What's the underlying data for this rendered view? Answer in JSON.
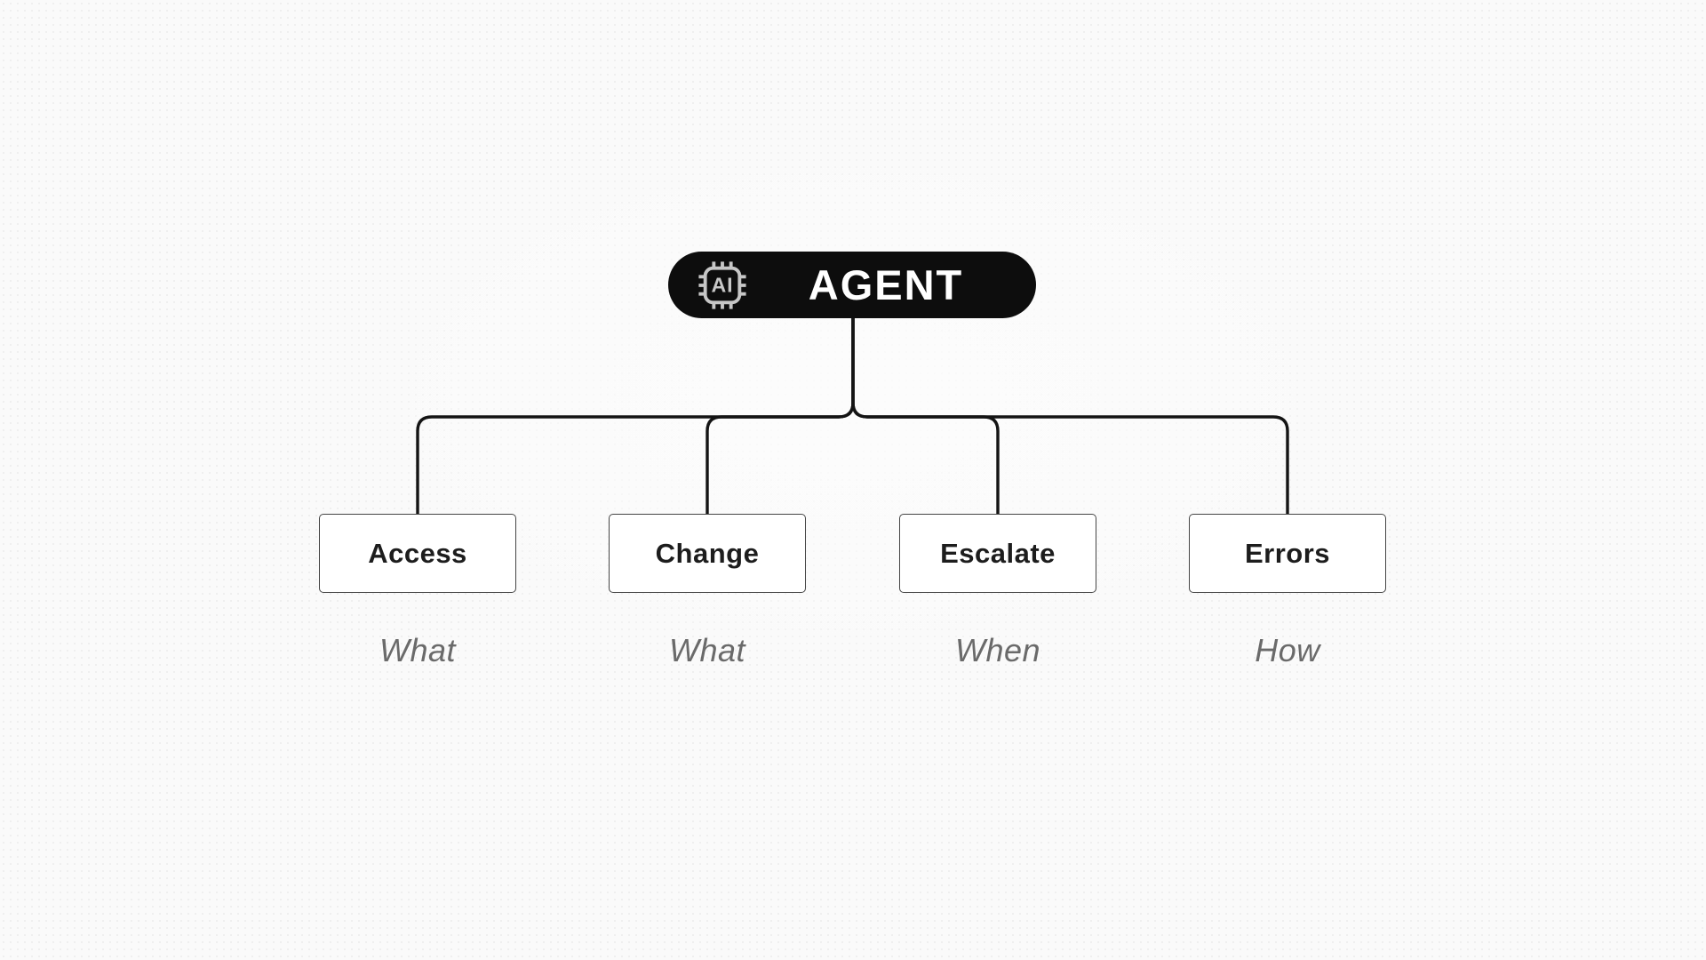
{
  "diagram": {
    "root": {
      "label": "AGENT",
      "icon": "ai-chip-icon",
      "icon_text": "AI"
    },
    "children": [
      {
        "label": "Access",
        "annotation": "What"
      },
      {
        "label": "Change",
        "annotation": "What"
      },
      {
        "label": "Escalate",
        "annotation": "When"
      },
      {
        "label": "Errors",
        "annotation": "How"
      }
    ],
    "colors": {
      "background": "#fafafa",
      "root_bg": "#0d0d0d",
      "root_text": "#ffffff",
      "icon": "#c7c7c7",
      "line": "#141414",
      "box_bg": "#ffffff",
      "box_border": "#454545",
      "box_text": "#1d1d1d",
      "annotation_text": "#6a6a6a"
    }
  }
}
